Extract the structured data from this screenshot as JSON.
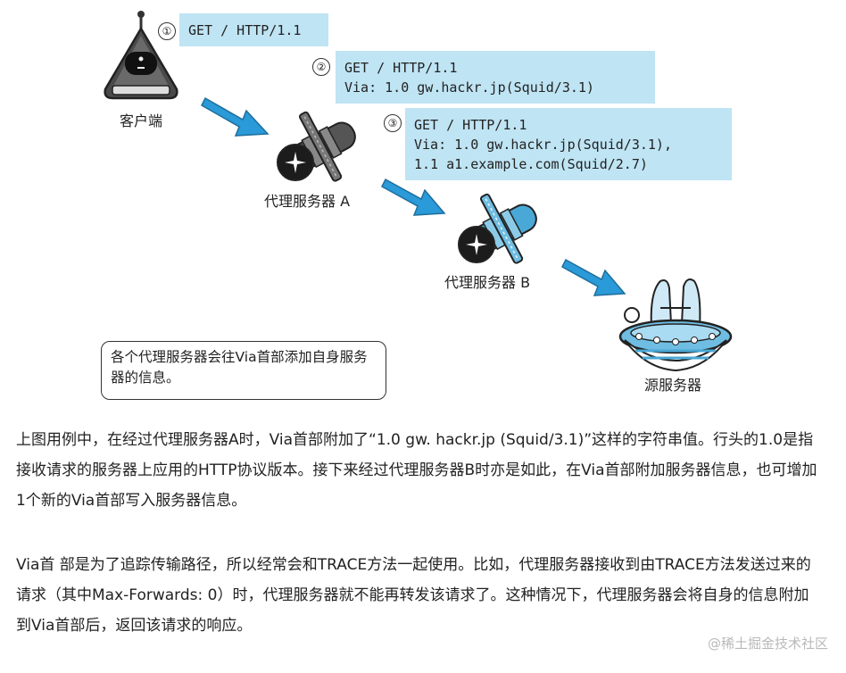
{
  "figure": {
    "requests": [
      {
        "num": "①",
        "lines": "GET / HTTP/1.1"
      },
      {
        "num": "②",
        "lines": "GET / HTTP/1.1\nVia: 1.0 gw.hackr.jp(Squid/3.1)"
      },
      {
        "num": "③",
        "lines": "GET / HTTP/1.1\nVia: 1.0 gw.hackr.jp(Squid/3.1),\n1.1 a1.example.com(Squid/2.7)"
      }
    ],
    "labels": {
      "client": "客户端",
      "proxy_a": "代理服务器 A",
      "proxy_b": "代理服务器 B",
      "origin": "源服务器"
    },
    "note": "各个代理服务器会往Via首部添加自身服务器的信息。"
  },
  "article": {
    "paragraphs": [
      "上图用例中，在经过代理服务器A时，Via首部附加了“1.0 gw. hackr.jp (Squid/3.1)”这样的字符串值。行头的1.0是指接收请求的服务器上应用的HTTP协议版本。接下来经过代理服务器B时亦是如此，在Via首部附加服务器信息，也可增加1个新的Via首部写入服务器信息。",
      "Via首 部是为了追踪传输路径，所以经常会和TRACE方法一起使用。比如，代理服务器接收到由TRACE方法发送过来的请求（其中Max-Forwards: 0）时，代理服务器就不能再转发该请求了。这种情况下，代理服务器会将自身的信息附加到Via首部后，返回该请求的响应。"
    ]
  },
  "watermark": "@稀土掘金技术社区",
  "colors": {
    "request_box": "#bfe4f4",
    "arrow": "#2a9ad8",
    "text": "#222222"
  }
}
